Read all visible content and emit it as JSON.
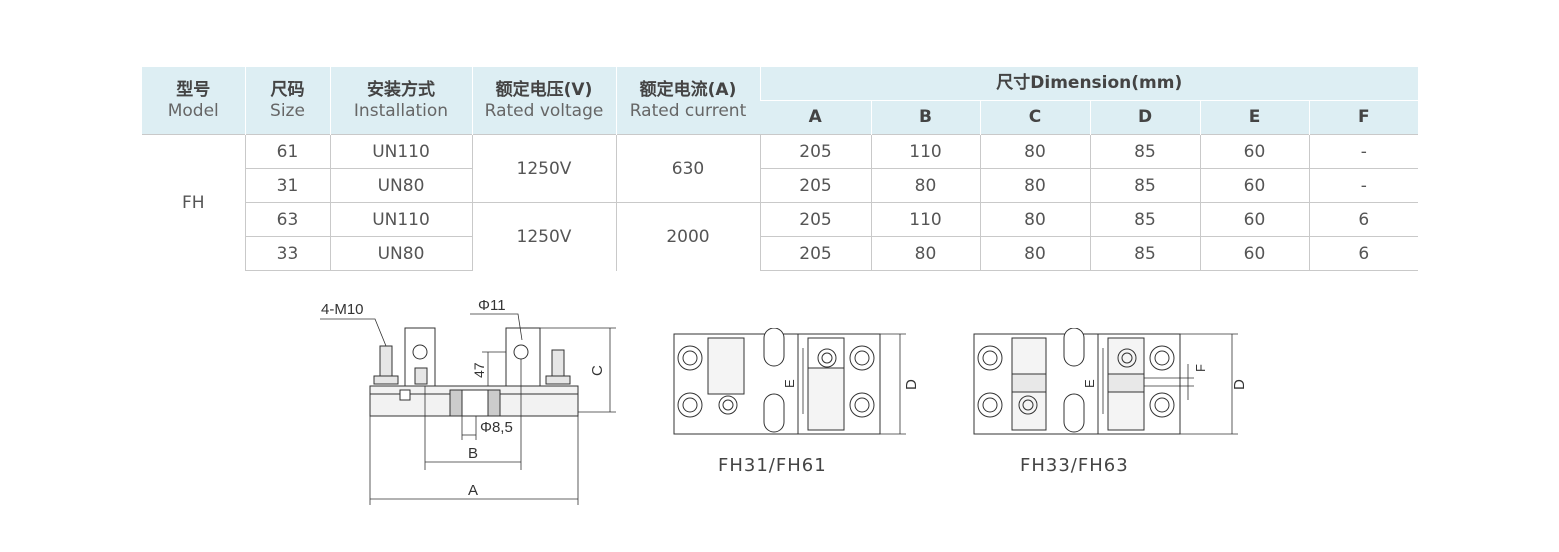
{
  "table": {
    "headers": {
      "model": {
        "cn": "型号",
        "en": "Model"
      },
      "size": {
        "cn": "尺码",
        "en": "Size"
      },
      "installation": {
        "cn": "安装方式",
        "en": "Installation"
      },
      "voltage": {
        "cn": "额定电压(V)",
        "en": "Rated voltage"
      },
      "current": {
        "cn": "额定电流(A)",
        "en": "Rated current"
      },
      "dimension": "尺寸Dimension(mm)",
      "dims": [
        "A",
        "B",
        "C",
        "D",
        "E",
        "F"
      ]
    },
    "model": "FH",
    "groups": [
      {
        "voltage": "1250V",
        "current": "630"
      },
      {
        "voltage": "1250V",
        "current": "2000"
      }
    ],
    "rows": [
      {
        "size": "61",
        "installation": "UN110",
        "dims": [
          "205",
          "110",
          "80",
          "85",
          "60",
          "-"
        ]
      },
      {
        "size": "31",
        "installation": "UN80",
        "dims": [
          "205",
          "80",
          "80",
          "85",
          "60",
          "-"
        ]
      },
      {
        "size": "63",
        "installation": "UN110",
        "dims": [
          "205",
          "110",
          "80",
          "85",
          "60",
          "6"
        ]
      },
      {
        "size": "33",
        "installation": "UN80",
        "dims": [
          "205",
          "80",
          "80",
          "85",
          "60",
          "6"
        ]
      }
    ]
  },
  "drawings": {
    "side": {
      "labels": {
        "thread": "4-M10",
        "hole": "Φ11",
        "height": "47",
        "c": "C",
        "bore": "Φ8,5",
        "b": "B",
        "a": "A"
      }
    },
    "fh31": {
      "caption": "FH31/FH61",
      "labels": {
        "e": "E",
        "d": "D"
      }
    },
    "fh33": {
      "caption": "FH33/FH63",
      "labels": {
        "e": "E",
        "f": "F",
        "d": "D"
      }
    }
  }
}
